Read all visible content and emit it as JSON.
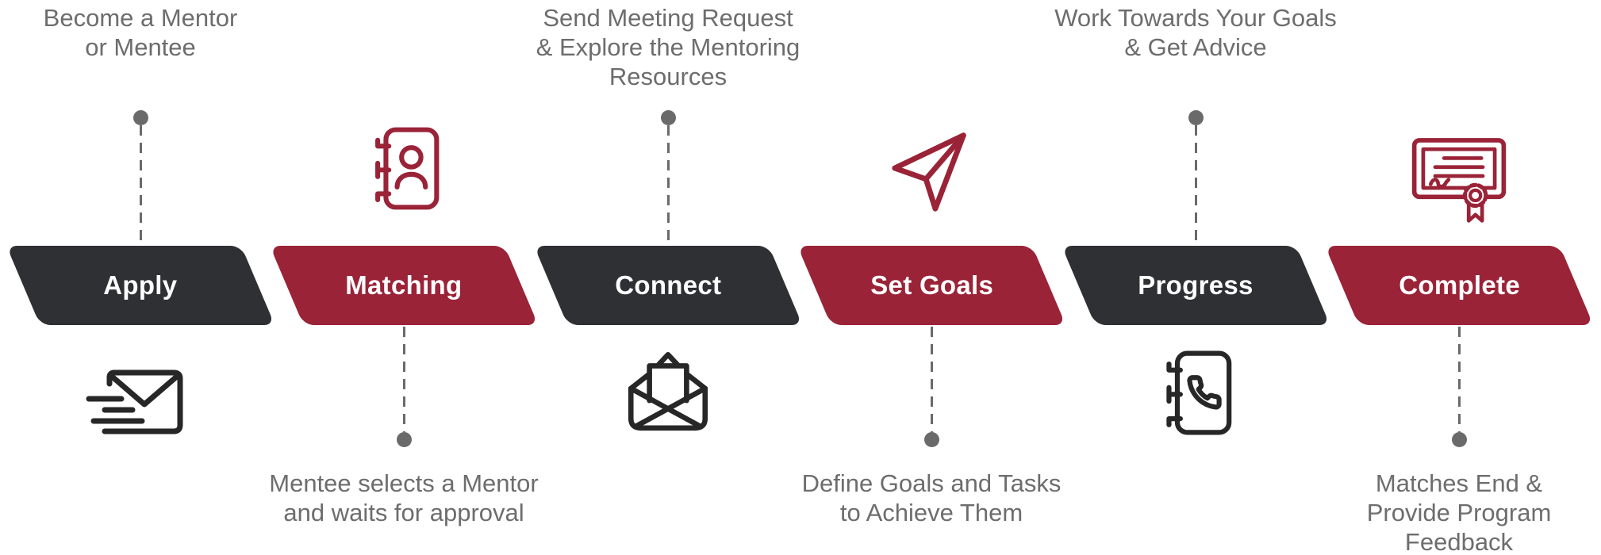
{
  "palette": {
    "banner_dark": "#2F3033",
    "banner_red": "#9A2338",
    "annotation_gray": "#6D6D6D",
    "connector_gray": "#6A6A6A",
    "icon_black": "#272727",
    "icon_red": "#9A2338",
    "banner_text": "#FFFFFF"
  },
  "steps": [
    {
      "label": "Apply",
      "color": "dark",
      "annotation": "Become a Mentor\nor Mentee",
      "annotation_position": "top",
      "icon": "fast-mail-icon",
      "icon_position": "bottom"
    },
    {
      "label": "Matching",
      "color": "red",
      "annotation": "Mentee selects a Mentor\nand waits for approval",
      "annotation_position": "bottom",
      "icon": "contact-book-icon",
      "icon_position": "top"
    },
    {
      "label": "Connect",
      "color": "dark",
      "annotation": "Send Meeting Request\n& Explore the Mentoring\nResources",
      "annotation_position": "top",
      "icon": "open-envelope-icon",
      "icon_position": "bottom"
    },
    {
      "label": "Set Goals",
      "color": "red",
      "annotation": "Define Goals and Tasks\nto Achieve Them",
      "annotation_position": "bottom",
      "icon": "paper-plane-icon",
      "icon_position": "top"
    },
    {
      "label": "Progress",
      "color": "dark",
      "annotation": "Work Towards Your Goals\n& Get Advice",
      "annotation_position": "top",
      "icon": "phone-book-icon",
      "icon_position": "bottom"
    },
    {
      "label": "Complete",
      "color": "red",
      "annotation": "Matches End &\nProvide Program\nFeedback",
      "annotation_position": "bottom",
      "icon": "certificate-icon",
      "icon_position": "top"
    }
  ]
}
